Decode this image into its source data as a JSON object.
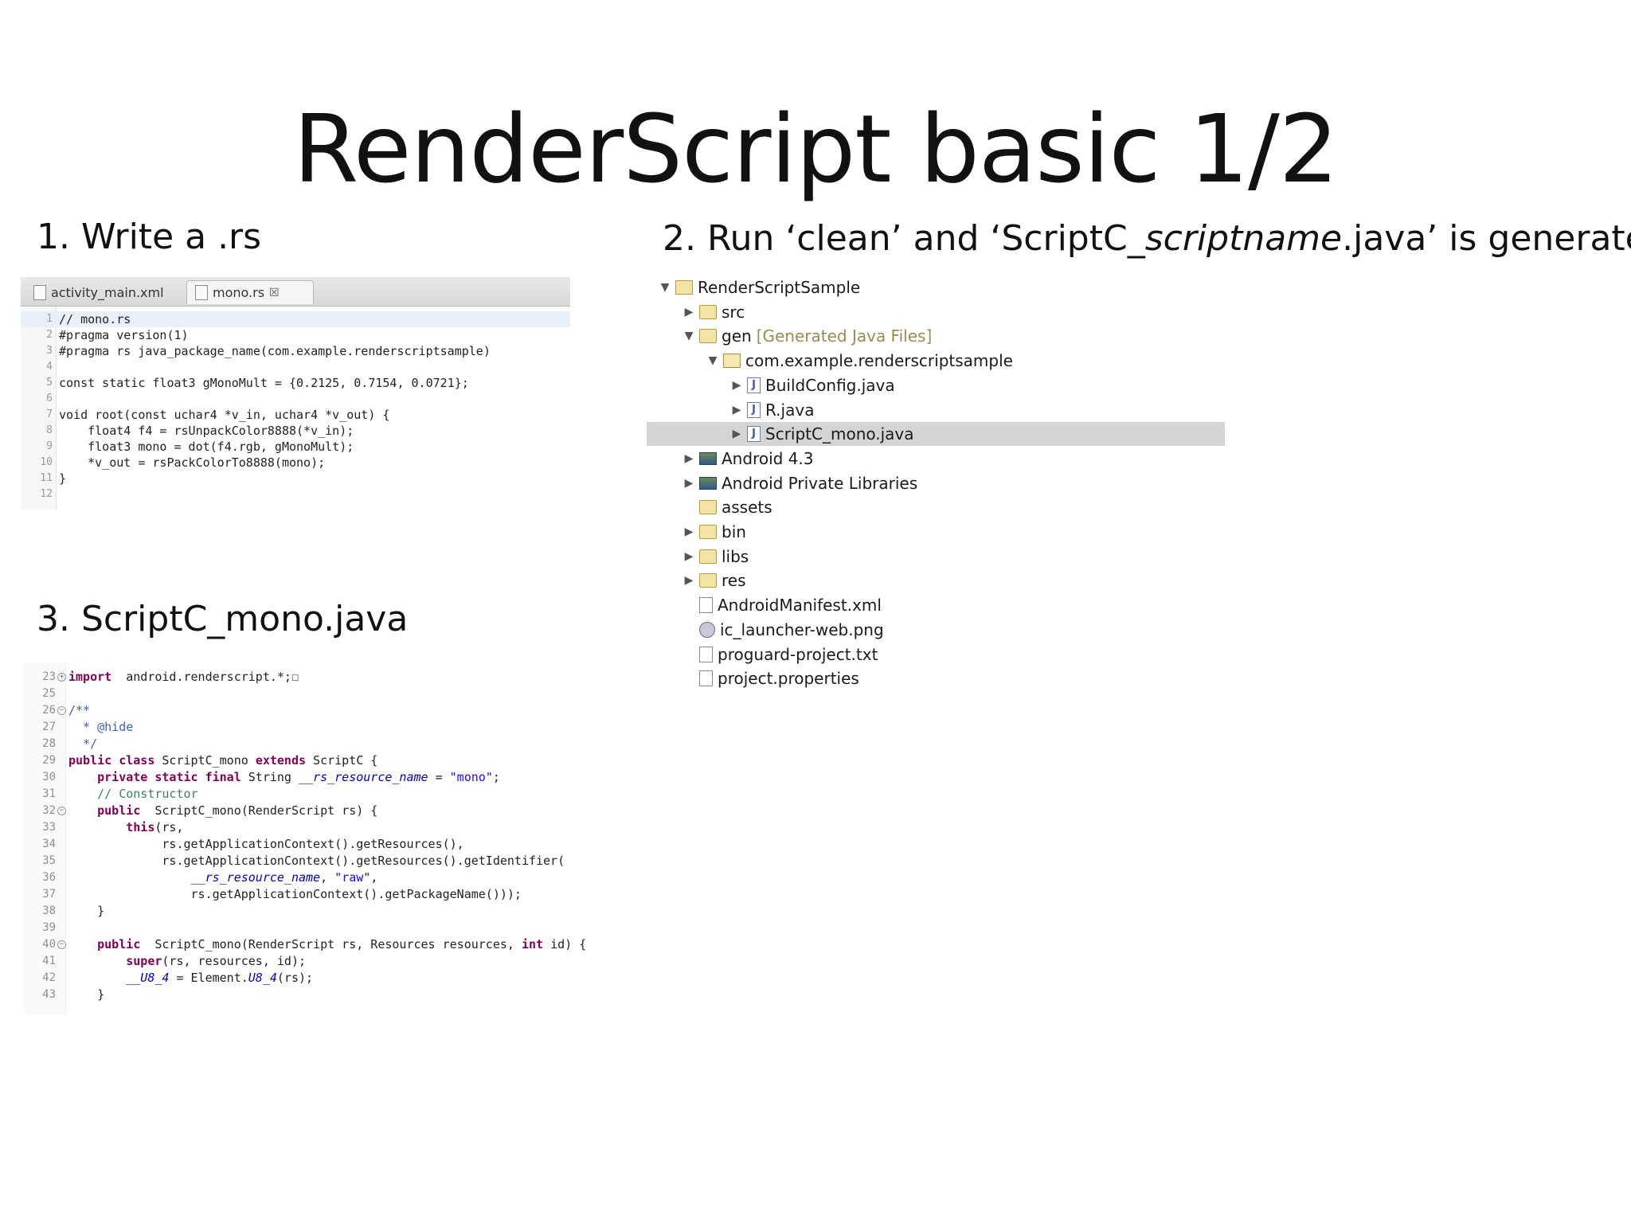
{
  "slide": {
    "title": "RenderScript basic 1/2"
  },
  "steps": {
    "step1": "1. Write a .rs",
    "step2_prefix": "2. Run ‘clean’ and ‘ScriptC_",
    "step2_italic": "scriptname",
    "step2_suffix": ".java’ is generated",
    "step3": "3. ScriptC_mono.java"
  },
  "editor1": {
    "tabs": [
      "activity_main.xml",
      "mono.rs"
    ],
    "close_glyph": "☒",
    "lines": [
      {
        "n": "1",
        "t": "// mono.rs"
      },
      {
        "n": "2",
        "t": "#pragma version(1)"
      },
      {
        "n": "3",
        "t": "#pragma rs java_package_name(com.example.renderscriptsample)"
      },
      {
        "n": "4",
        "t": ""
      },
      {
        "n": "5",
        "t": "const static float3 gMonoMult = {0.2125, 0.7154, 0.0721};"
      },
      {
        "n": "6",
        "t": ""
      },
      {
        "n": "7",
        "t": "void root(const uchar4 *v_in, uchar4 *v_out) {"
      },
      {
        "n": "8",
        "t": "    float4 f4 = rsUnpackColor8888(*v_in);"
      },
      {
        "n": "9",
        "t": "    float3 mono = dot(f4.rgb, gMonoMult);"
      },
      {
        "n": "10",
        "t": "    *v_out = rsPackColorTo8888(mono);"
      },
      {
        "n": "11",
        "t": "}"
      },
      {
        "n": "12",
        "t": ""
      }
    ]
  },
  "editor3": {
    "lines": [
      {
        "n": "23",
        "fold": "+",
        "parts": [
          [
            "kw",
            "import"
          ],
          [
            "",
            "  android.renderscript.*;"
          ],
          [
            "",
            "☐"
          ]
        ]
      },
      {
        "n": "25",
        "fold": "",
        "parts": []
      },
      {
        "n": "26",
        "fold": "-",
        "parts": [
          [
            "jd",
            "/**"
          ]
        ]
      },
      {
        "n": "27",
        "fold": "",
        "parts": [
          [
            "jd",
            "  * @hide"
          ]
        ]
      },
      {
        "n": "28",
        "fold": "",
        "parts": [
          [
            "jd",
            "  */"
          ]
        ]
      },
      {
        "n": "29",
        "fold": "",
        "parts": [
          [
            "kw",
            "public class"
          ],
          [
            "",
            " ScriptC_mono "
          ],
          [
            "kw",
            "extends"
          ],
          [
            "",
            " ScriptC {"
          ]
        ]
      },
      {
        "n": "30",
        "fold": "",
        "parts": [
          [
            "",
            "    "
          ],
          [
            "kw",
            "private static final"
          ],
          [
            "",
            " String "
          ],
          [
            "fld",
            "__rs_resource_name"
          ],
          [
            "",
            " = "
          ],
          [
            "str",
            "\"mono\""
          ],
          [
            "",
            ";"
          ]
        ]
      },
      {
        "n": "31",
        "fold": "",
        "parts": [
          [
            "cm",
            "    // Constructor"
          ]
        ]
      },
      {
        "n": "32",
        "fold": "-",
        "parts": [
          [
            "",
            "    "
          ],
          [
            "kw",
            "public"
          ],
          [
            "",
            "  ScriptC_mono(RenderScript rs) {"
          ]
        ]
      },
      {
        "n": "33",
        "fold": "",
        "parts": [
          [
            "",
            "        "
          ],
          [
            "kw",
            "this"
          ],
          [
            "",
            "(rs,"
          ]
        ]
      },
      {
        "n": "34",
        "fold": "",
        "parts": [
          [
            "",
            "             rs.getApplicationContext().getResources(),"
          ]
        ]
      },
      {
        "n": "35",
        "fold": "",
        "parts": [
          [
            "",
            "             rs.getApplicationContext().getResources().getIdentifier("
          ]
        ]
      },
      {
        "n": "36",
        "fold": "",
        "parts": [
          [
            "",
            "                 "
          ],
          [
            "fld",
            "__rs_resource_name"
          ],
          [
            "",
            ", "
          ],
          [
            "str",
            "\"raw\""
          ],
          [
            "",
            ","
          ]
        ]
      },
      {
        "n": "37",
        "fold": "",
        "parts": [
          [
            "",
            "                 rs.getApplicationContext().getPackageName()));"
          ]
        ]
      },
      {
        "n": "38",
        "fold": "",
        "parts": [
          [
            "",
            "    }"
          ]
        ]
      },
      {
        "n": "39",
        "fold": "",
        "parts": []
      },
      {
        "n": "40",
        "fold": "-",
        "parts": [
          [
            "",
            "    "
          ],
          [
            "kw",
            "public"
          ],
          [
            "",
            "  ScriptC_mono(RenderScript rs, Resources resources, "
          ],
          [
            "kw",
            "int"
          ],
          [
            "",
            " id) {"
          ]
        ]
      },
      {
        "n": "41",
        "fold": "",
        "parts": [
          [
            "",
            "        "
          ],
          [
            "kw",
            "super"
          ],
          [
            "",
            "(rs, resources, id);"
          ]
        ]
      },
      {
        "n": "42",
        "fold": "",
        "parts": [
          [
            "",
            "        "
          ],
          [
            "fld",
            "__U8_4"
          ],
          [
            "",
            " = Element."
          ],
          [
            "fld",
            "U8_4"
          ],
          [
            "",
            "(rs);"
          ]
        ]
      },
      {
        "n": "43",
        "fold": "",
        "parts": [
          [
            "",
            "    }"
          ]
        ]
      }
    ]
  },
  "tree": {
    "nodes": [
      {
        "label": "RenderScriptSample",
        "extra": "",
        "depth": 0,
        "arrow": "▼",
        "icon": "project",
        "iconname": "project-icon",
        "sel": false
      },
      {
        "label": "src",
        "extra": "",
        "depth": 1,
        "arrow": "▶",
        "icon": "pkgfolder",
        "iconname": "source-folder-icon",
        "sel": false
      },
      {
        "label": "gen",
        "extra": "[Generated Java Files]",
        "depth": 1,
        "arrow": "▼",
        "icon": "pkgfolder",
        "iconname": "source-folder-icon",
        "sel": false
      },
      {
        "label": "com.example.renderscriptsample",
        "extra": "",
        "depth": 2,
        "arrow": "▼",
        "icon": "package",
        "iconname": "package-icon",
        "sel": false
      },
      {
        "label": "BuildConfig.java",
        "extra": "",
        "depth": 3,
        "arrow": "▶",
        "icon": "java",
        "iconname": "java-file-icon",
        "sel": false
      },
      {
        "label": "R.java",
        "extra": "",
        "depth": 3,
        "arrow": "▶",
        "icon": "java",
        "iconname": "java-file-icon",
        "sel": false
      },
      {
        "label": "ScriptC_mono.java",
        "extra": "",
        "depth": 3,
        "arrow": "▶",
        "icon": "java",
        "iconname": "java-file-icon",
        "sel": true
      },
      {
        "label": "Android 4.3",
        "extra": "",
        "depth": 1,
        "arrow": "▶",
        "icon": "lib",
        "iconname": "library-icon",
        "sel": false
      },
      {
        "label": "Android Private Libraries",
        "extra": "",
        "depth": 1,
        "arrow": "▶",
        "icon": "lib",
        "iconname": "library-icon",
        "sel": false
      },
      {
        "label": "assets",
        "extra": "",
        "depth": 1,
        "arrow": "",
        "icon": "folder",
        "iconname": "folder-icon",
        "sel": false
      },
      {
        "label": "bin",
        "extra": "",
        "depth": 1,
        "arrow": "▶",
        "icon": "folder",
        "iconname": "folder-icon",
        "sel": false
      },
      {
        "label": "libs",
        "extra": "",
        "depth": 1,
        "arrow": "▶",
        "icon": "folder",
        "iconname": "folder-icon",
        "sel": false
      },
      {
        "label": "res",
        "extra": "",
        "depth": 1,
        "arrow": "▶",
        "icon": "folder",
        "iconname": "folder-icon",
        "sel": false
      },
      {
        "label": "AndroidManifest.xml",
        "extra": "",
        "depth": 1,
        "arrow": "",
        "icon": "xml",
        "iconname": "xml-file-icon",
        "sel": false
      },
      {
        "label": "ic_launcher-web.png",
        "extra": "",
        "depth": 1,
        "arrow": "",
        "icon": "png",
        "iconname": "image-file-icon",
        "sel": false
      },
      {
        "label": "proguard-project.txt",
        "extra": "",
        "depth": 1,
        "arrow": "",
        "icon": "txt",
        "iconname": "text-file-icon",
        "sel": false
      },
      {
        "label": "project.properties",
        "extra": "",
        "depth": 1,
        "arrow": "",
        "icon": "txt",
        "iconname": "text-file-icon",
        "sel": false
      }
    ]
  }
}
